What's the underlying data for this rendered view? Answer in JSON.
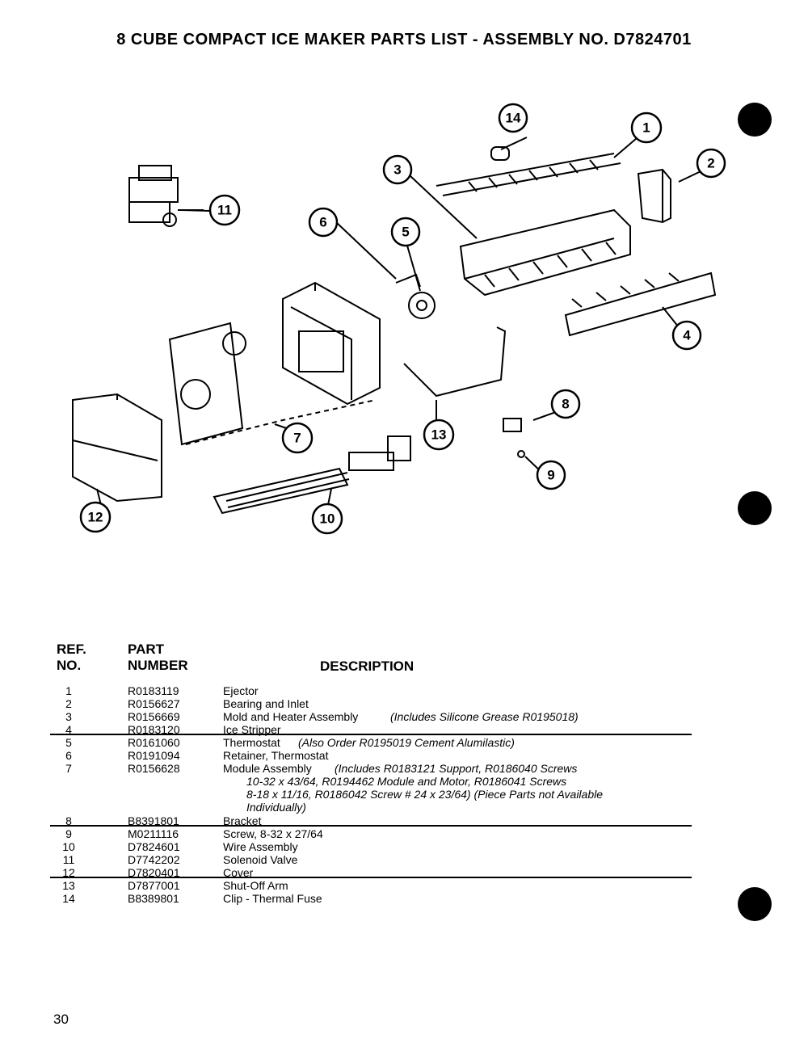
{
  "title": "8 CUBE COMPACT ICE MAKER PARTS LIST  -  ASSEMBLY NO. D7824701",
  "headers": {
    "ref_line1": "REF.",
    "ref_line2": "NO.",
    "part_line1": "PART",
    "part_line2": "NUMBER",
    "description": "DESCRIPTION"
  },
  "callouts": [
    "1",
    "2",
    "3",
    "4",
    "5",
    "6",
    "7",
    "8",
    "9",
    "10",
    "11",
    "12",
    "13",
    "14"
  ],
  "parts": [
    {
      "ref": "1",
      "part": "R0183119",
      "desc": "Ejector",
      "note": ""
    },
    {
      "ref": "2",
      "part": "R0156627",
      "desc": "Bearing and Inlet",
      "note": ""
    },
    {
      "ref": "3",
      "part": "R0156669",
      "desc": "Mold and Heater Assembly",
      "note": "(Includes Silicone Grease  R0195018)"
    },
    {
      "ref": "4",
      "part": "R0183120",
      "desc": "Ice Stripper",
      "note": ""
    },
    {
      "ref": "5",
      "part": "R0161060",
      "desc": "Thermostat",
      "note": "(Also Order R0195019 Cement Alumilastic)"
    },
    {
      "ref": "6",
      "part": "R0191094",
      "desc": "Retainer, Thermostat",
      "note": ""
    },
    {
      "ref": "7",
      "part": "R0156628",
      "desc": "Module Assembly",
      "note": "(Includes R0183121 Support, R0186040 Screws"
    },
    {
      "ref": "8",
      "part": "B8391801",
      "desc": "Bracket",
      "note": ""
    },
    {
      "ref": "9",
      "part": "M0211116",
      "desc": "Screw, 8-32 x 27/64",
      "note": ""
    },
    {
      "ref": "10",
      "part": "D7824601",
      "desc": "Wire Assembly",
      "note": ""
    },
    {
      "ref": "11",
      "part": "D7742202",
      "desc": "Solenoid Valve",
      "note": ""
    },
    {
      "ref": "12",
      "part": "D7820401",
      "desc": "Cover",
      "note": ""
    },
    {
      "ref": "13",
      "part": "D7877001",
      "desc": "Shut-Off Arm",
      "note": ""
    },
    {
      "ref": "14",
      "part": "B8389801",
      "desc": "Clip - Thermal Fuse",
      "note": ""
    }
  ],
  "module_note_continued": [
    "10-32 x 43/64, R0194462 Module and Motor, R0186041 Screws",
    "8-18 x 11/16, R0186042 Screw # 24 x 23/64) (Piece Parts not Available",
    "Individually)"
  ],
  "page_number": "30"
}
